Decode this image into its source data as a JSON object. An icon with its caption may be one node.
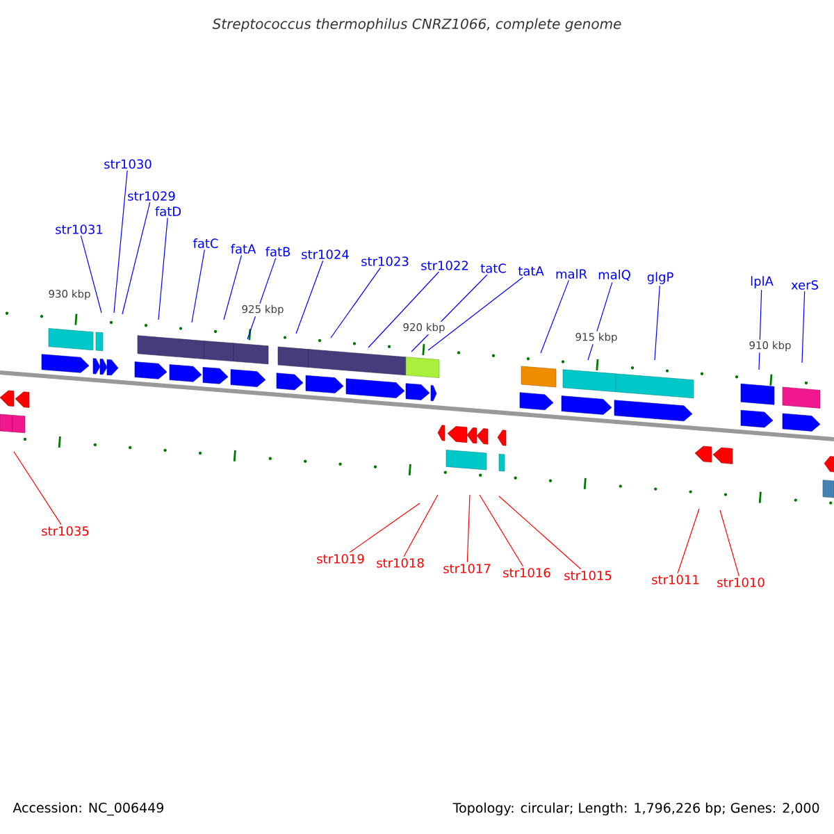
{
  "diagram": {
    "title": "Streptococcus thermophilus CNRZ1066, complete genome",
    "nodes": [
      {
        "text": [
          "str1030"
        ]
      },
      {
        "text": [
          "str1029"
        ]
      },
      {
        "text": [
          "fatD"
        ]
      },
      {
        "text": [
          "str1031"
        ]
      },
      {
        "text": [
          "fatC"
        ]
      },
      {
        "text": [
          "fatA"
        ]
      },
      {
        "text": [
          "fatB"
        ]
      },
      {
        "text": [
          "str1024"
        ]
      },
      {
        "text": [
          "str1023"
        ]
      },
      {
        "text": [
          "str1022"
        ]
      },
      {
        "text": [
          "tatC"
        ]
      },
      {
        "text": [
          "tatA"
        ]
      },
      {
        "text": [
          "malR"
        ]
      },
      {
        "text": [
          "malQ"
        ]
      },
      {
        "text": [
          "glgP"
        ]
      },
      {
        "text": [
          "lplA"
        ]
      },
      {
        "text": [
          "xerS"
        ]
      },
      {
        "text": [
          "str1035"
        ]
      },
      {
        "text": [
          "str1019"
        ]
      },
      {
        "text": [
          "str1018"
        ]
      },
      {
        "text": [
          "str1017"
        ]
      },
      {
        "text": [
          "str1016"
        ]
      },
      {
        "text": [
          "str1015"
        ]
      },
      {
        "text": [
          "str1011"
        ]
      },
      {
        "text": [
          "str1010"
        ]
      }
    ],
    "edges": [
      {
        "from": 0,
        "to": null,
        "arrow": "none"
      },
      {
        "from": 1,
        "to": null,
        "arrow": "none"
      },
      {
        "from": 2,
        "to": null,
        "arrow": "none"
      },
      {
        "from": 3,
        "to": null,
        "arrow": "none"
      },
      {
        "from": 4,
        "to": null,
        "arrow": "none"
      },
      {
        "from": 5,
        "to": null,
        "arrow": "none"
      },
      {
        "from": 6,
        "to": null,
        "arrow": "none"
      },
      {
        "from": 7,
        "to": null,
        "arrow": "none"
      },
      {
        "from": 8,
        "to": null,
        "arrow": "none"
      },
      {
        "from": 9,
        "to": null,
        "arrow": "none"
      },
      {
        "from": 10,
        "to": null,
        "arrow": "none"
      },
      {
        "from": 11,
        "to": null,
        "arrow": "none"
      },
      {
        "from": 12,
        "to": null,
        "arrow": "none"
      },
      {
        "from": 13,
        "to": null,
        "arrow": "none"
      },
      {
        "from": 14,
        "to": null,
        "arrow": "none"
      },
      {
        "from": 15,
        "to": null,
        "arrow": "none"
      },
      {
        "from": 16,
        "to": null,
        "arrow": "none"
      },
      {
        "from": 17,
        "to": null,
        "arrow": "none",
        "color": "#ff0000"
      },
      {
        "from": 18,
        "to": null,
        "arrow": "none",
        "color": "#ff0000"
      },
      {
        "from": 19,
        "to": null,
        "arrow": "none",
        "color": "#ff0000"
      },
      {
        "from": 20,
        "to": null,
        "arrow": "none",
        "color": "#ff0000"
      },
      {
        "from": 21,
        "to": null,
        "arrow": "none",
        "color": "#ff0000"
      },
      {
        "from": 22,
        "to": null,
        "arrow": "none",
        "color": "#ff0000"
      },
      {
        "from": 23,
        "to": null,
        "arrow": "none",
        "color": "#ff0000"
      },
      {
        "from": 24,
        "to": null,
        "arrow": "none",
        "color": "#ff0000"
      }
    ],
    "labels": [
      "930 kbp",
      "925 kbp",
      "920 kbp",
      "915 kbp",
      "910 kbp",
      "Accession: NC_006449",
      "Topology: circular; Length: 1,796,226 bp; Genes: 2,000"
    ]
  }
}
